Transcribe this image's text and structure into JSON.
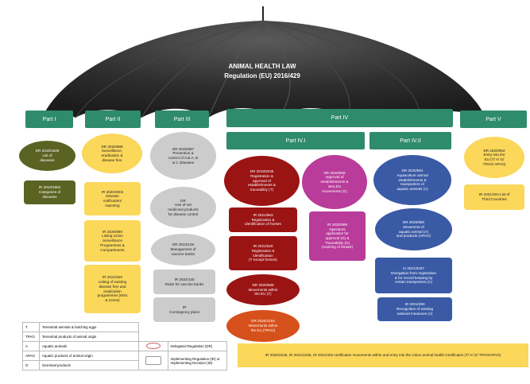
{
  "title": {
    "line1": "ANIMAL HEALTH LAW",
    "line2": "Regulation (EU) 2016/429"
  },
  "parts": {
    "p1": "Part I",
    "p2": "Part II",
    "p3": "Part III",
    "p4": "Part IV",
    "p41": "Part IV.I",
    "p42": "Part IV.II",
    "p5": "Part V"
  },
  "part1": {
    "dr": "DR 2018/1629\nList of\ndiseases",
    "ir": "IR 2018/1882\nCategories of\ndiseases"
  },
  "part2": {
    "dr": "DR 2020/689\nSurveillance,\neradication &\ndisease free",
    "ir1": "IR 2020/2002\nDisease\nnotification/\nreporting",
    "ir2": "IR 2020/690\nListing Union\nSurveillance\nProgrammes &\nCompartments",
    "ir3": "IR 2021/620\nListing of existing\ndisease free and\neradication\nprogrammes (MSs\n& zones)"
  },
  "part3": {
    "dr1": "DR 2020/687\nPrevention &\ncontrol of Cat A, B\n& C diseases",
    "dr2": "DR\nUse of vet\nmedicinal products\nfor disease control",
    "dr3": "DR 2022/139\nManagement of\nvaccine banks",
    "ir1": "IR 2022/140\nRules for vaccine banks",
    "ir2": "IR\nContingency plans"
  },
  "part41": {
    "dr1": "DR 2019/2035\nRegistration &\napproval of\nestablishments &\ntraceability (T)",
    "ir1": "IR 2021/963\nRegistration &\nidentification of horses",
    "ir2": "IR 2021/520\nRegistration &\nidentification\n(T except horses)",
    "dr2": "DR 2020/688\nMovements within\nthe EU (T)",
    "dr3": "DR 2020/2154\nMovements within\nthe EU (TPAO)",
    "dr4": "DR 2020/686\nApproval of\nestablishments &\nintra EU\nmovements (G)",
    "ir3": "IR 2020/999\nOperators\napplication for\napproval (G) &\nTraceability (G)\n(marking of straws)"
  },
  "part42": {
    "dr1": "DR 2020/691\nAquaculture animal\nestablishments &\ntransporters of\naquatic animals (A)",
    "dr2": "DR 2020/990\nMovement of\naquatic animal (A)\nand products (APAO)",
    "ia": "IA 2021/2037\nDerogation from registration\n& for record keeping by\ncertain transporters (A)",
    "id": "ID 2021/260\nRecognition of existing\nnational measures (A)"
  },
  "part5": {
    "dr": "DR 2020/692\nEntry into the\nEU (T/ A/ G/\nTPAO/ APAO)",
    "ir": "IR 2021/404 List of\nThird Countries"
  },
  "banner": "IR 2020/2235, IR 2021/2236, IR 2021/403 certificates movements within and entry into the Union animal health Certificates (T/ A/ G/ TPAO/APAO)",
  "legend": {
    "rows": [
      {
        "code": "T",
        "desc": "Terrestrial animals & hatching eggs"
      },
      {
        "code": "TPAO",
        "desc": "Terrestrial products of animal origin"
      },
      {
        "code": "A",
        "desc": "Aquatic animals"
      },
      {
        "code": "APAO",
        "desc": "Aquatic products of animal origin"
      },
      {
        "code": "G",
        "desc": "Germinal products"
      }
    ],
    "dr_label": "Delegated Regulation (DR)",
    "ir_label": "Implementing Regulation (IR) or Implementing Decision (ID)"
  },
  "colors": {
    "part_header": "#2e8b6b",
    "umbrella": "#3c3c3c",
    "olive": "#5a6322",
    "yellow": "#fbd75a",
    "grey": "#cccccc",
    "dark_red": "#9b1414",
    "orange": "#d6501b",
    "magenta": "#b93b9a",
    "blue": "#3a5aa6"
  }
}
